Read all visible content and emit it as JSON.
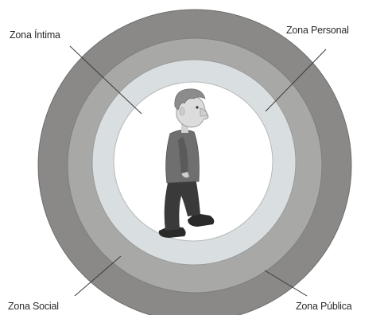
{
  "diagram": {
    "zones": [
      {
        "id": "intima",
        "label": "Zona Íntima",
        "fill": "#ffffff"
      },
      {
        "id": "personal",
        "label": "Zona Personal",
        "fill": "#d9dee0"
      },
      {
        "id": "social",
        "label": "Zona Social",
        "fill": "#a8a8a6"
      },
      {
        "id": "publica",
        "label": "Zona Pública",
        "fill": "#8a8988"
      }
    ],
    "figure": {
      "description_icon": "standing-man-figure",
      "colors": {
        "hair": "#8c8c8c",
        "skin": "#d9d9d9",
        "shirt": "#6f6f6f",
        "pants": "#3a3a3a",
        "shoes": "#2a2a2a"
      }
    }
  }
}
